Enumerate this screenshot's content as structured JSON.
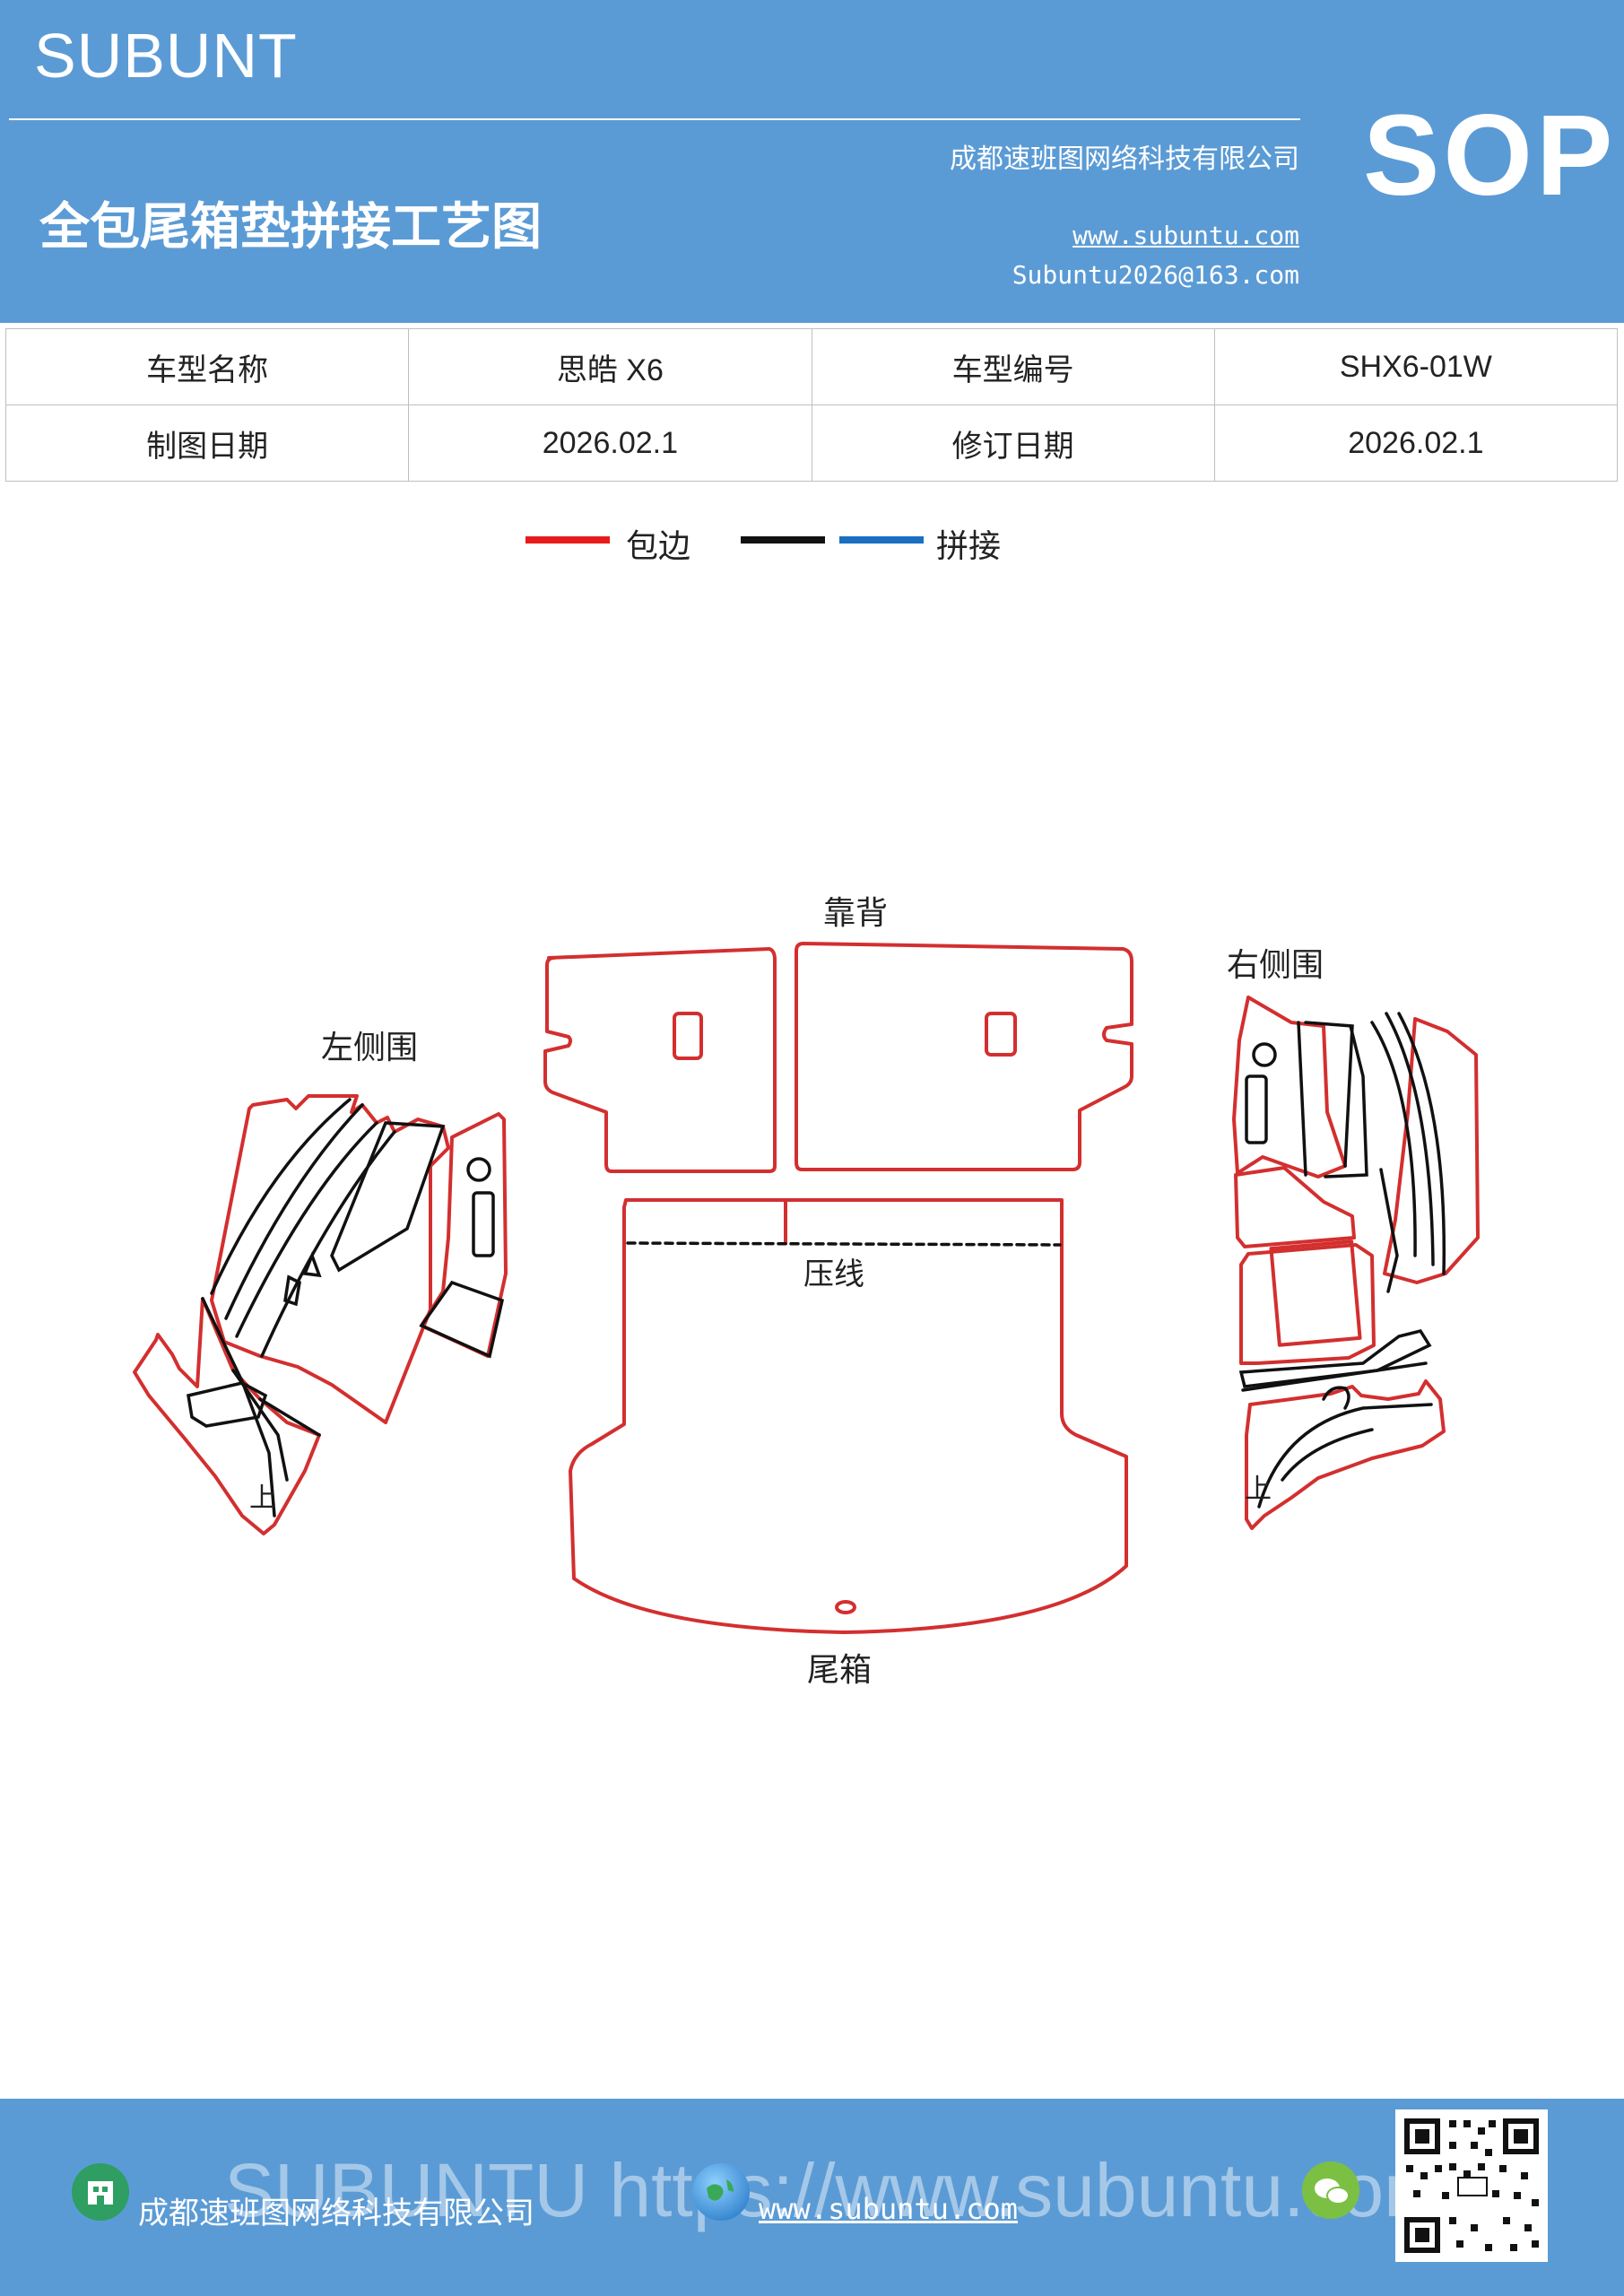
{
  "header": {
    "brand": "SUBUNT",
    "title": "全包尾箱垫拼接工艺图",
    "company": "成都速班图网络科技有限公司",
    "website": "www.subuntu.com",
    "email": "Subuntu2026@163.com",
    "badge": "SOP"
  },
  "info": {
    "rows": [
      [
        "车型名称",
        "思皓 X6",
        "车型编号",
        "SHX6-01W"
      ],
      [
        "制图日期",
        "2026.02.1",
        "修订日期",
        "2026.02.1"
      ]
    ]
  },
  "legend": {
    "edge_label": "包边",
    "join_label": "拼接",
    "colors": {
      "edge": "#e81b1b",
      "join_black": "#111111",
      "join_blue": "#1a6fc0"
    }
  },
  "diagram": {
    "labels": {
      "backrest": "靠背",
      "left_side": "左侧围",
      "right_side": "右侧围",
      "press_line": "压线",
      "trunk": "尾箱",
      "left_up": "上",
      "right_up": "上"
    },
    "colors": {
      "outline": "#d32f2f",
      "seam": "#111111"
    }
  },
  "footer": {
    "watermark": "SUBUNTU https://www.subuntu.com",
    "company": "成都速班图网络科技有限公司",
    "url": "www.subuntu.com"
  },
  "icons": [
    "building-icon",
    "globe-icon",
    "wechat-icon",
    "qr-code-icon"
  ]
}
